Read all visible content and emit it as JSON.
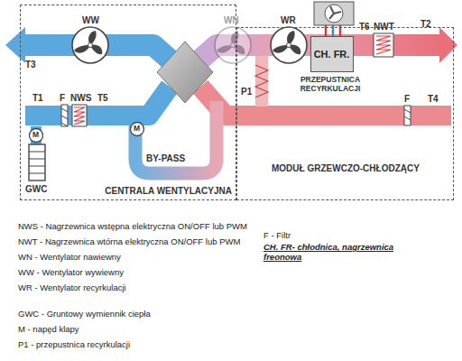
{
  "diagram": {
    "nodes": [
      {
        "text": [
          "CENTRALA WENTYLACYJNA"
        ]
      },
      {
        "text": [
          "MODUŁ GRZEWCZO-CHŁODZĄCY"
        ]
      },
      {
        "text": [
          "CH. FR."
        ],
        "in": 1
      }
    ],
    "labels": [
      "WW",
      "WN",
      "WR",
      "T6",
      "NWT",
      "T2",
      "T3",
      "T1",
      "F",
      "NWS",
      "T5",
      "P1",
      "PRZEPUSTNICA RECYRKULACJI",
      "M",
      "M",
      "F",
      "T4",
      "BY-PASS",
      "GWC",
      "NWS - Nagrzewnica wstępna elektryczna ON/OFF lub PWM",
      "NWT - Nagrzewnica wtórna elektryczna ON/OFF lub PWM",
      "WN - Wentylator nawiewny",
      "WW - Wentylator wywiewny",
      "WR - Wentylator recyrkulacji",
      "GWC - Gruntowy wymiennik ciepła",
      "M - napęd klapy",
      "P1 - przepustnica recyrkulacji",
      "F - Filtr",
      "CH. FR- chłodnica, nagrzewnica freonowa"
    ]
  }
}
